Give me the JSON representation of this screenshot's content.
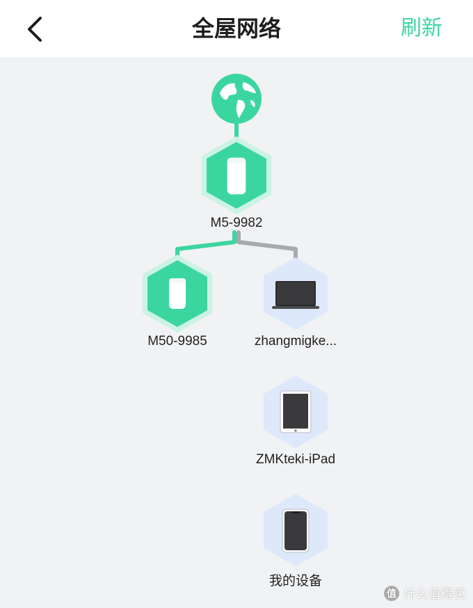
{
  "header": {
    "title": "全屋网络",
    "refresh_label": "刷新",
    "back_icon": "chevron-left-icon"
  },
  "colors": {
    "accent": "#3bd6a0",
    "accent_light": "#cbf3e5",
    "device_hex": "#dde8fb",
    "wired_line": "#3bd6a0",
    "wireless_line": "#a6a9ad"
  },
  "topology": {
    "internet": {
      "icon": "globe-icon"
    },
    "main_router": {
      "name": "M5-9982",
      "icon": "router-icon"
    },
    "sub_router": {
      "name": "M50-9985",
      "icon": "router-icon"
    },
    "devices": [
      {
        "name": "zhangmigke...",
        "icon": "laptop-icon"
      },
      {
        "name": "ZMKteki-iPad",
        "icon": "tablet-icon"
      },
      {
        "name": "我的设备",
        "icon": "phone-icon"
      }
    ]
  },
  "watermark": {
    "icon_glyph": "值",
    "text": "什么值得买"
  }
}
